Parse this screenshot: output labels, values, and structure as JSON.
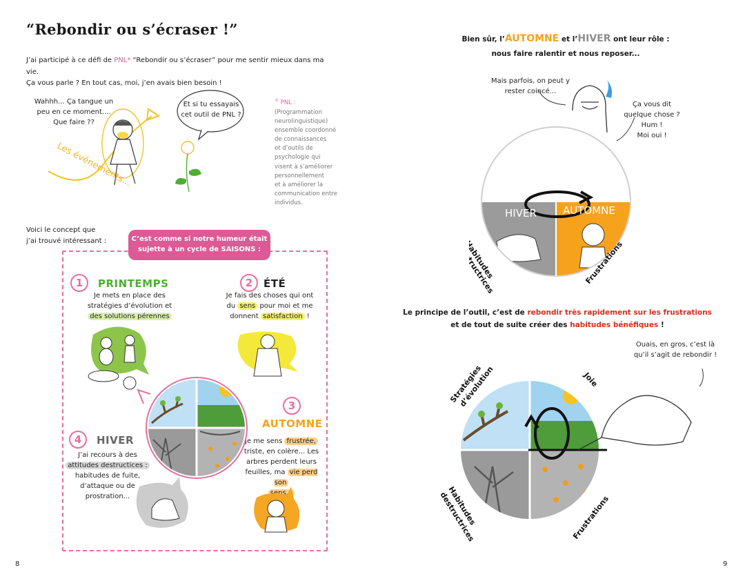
{
  "left_page": {
    "title": "“Rebondir ou s’écraser !”",
    "intro_line1_a": "J’ai participé à ce défi de",
    "intro_pnl": "PNL*",
    "intro_line1_b": "“Rebondir ou s’écraser” pour me sentir mieux dans ma vie.",
    "intro_line2": "Ça vous parle ? En tout cas, moi, j’en avais bien besoin !",
    "speech_left": [
      "Wahhh... Ça tangue un",
      "peu en ce moment....",
      "Que faire ??"
    ],
    "speech_bubble": [
      "Et si tu essayais",
      "cet outil de PNL ?"
    ],
    "events_label": "Les événements...",
    "note_star": "*",
    "note_title": "PNL :",
    "note_lines": [
      "(Programmation",
      "neurolinguistique)",
      "ensemble coordonné",
      "de connaissances",
      "et d’outils de",
      "psychologie qui",
      "visent à s’améliorer",
      "personnellement",
      "et à améliorer la",
      "communication entre",
      "individus."
    ],
    "concept_lines": [
      "Voici le concept que",
      "j’ai trouvé intéressant :"
    ],
    "banner_lines": [
      "C’est comme si notre humeur était",
      "sujette à un cycle de SAISONS :"
    ],
    "spring": {
      "num": "1",
      "title": "PRINTEMPS",
      "line1": "Je mets en place des",
      "line2": "stratégies d’évolution et",
      "highlight": "des solutions pérennes"
    },
    "summer": {
      "num": "2",
      "title": "ÉTÉ",
      "line1": "Je fais des choses qui ont",
      "line2_a": "du",
      "line2_hl": "sens",
      "line2_b": "pour moi et me",
      "line3_a": "donnent",
      "line3_hl": "satisfaction",
      "line3_b": "!"
    },
    "autumn": {
      "num": "3",
      "title": "AUTOMNE",
      "line1_a": "Je me sens",
      "line1_hl": "frustrée,",
      "line2": "triste, en colère... Les",
      "line3": "arbres perdent leurs",
      "line4_a": "feuilles, ma",
      "line4_hl": "vie perd son",
      "line5_hl": "sens..."
    },
    "winter": {
      "num": "4",
      "title": "HIVER",
      "line1": "J’ai recours à des",
      "line2_hl": "attitudes destructices :",
      "line3": "habitudes de fuite,",
      "line4": "d’attaque ou de",
      "line5": "prostration..."
    },
    "page_number": "8"
  },
  "right_page": {
    "line1_a": "Bien sûr, l’",
    "autumn_word": "AUTOMNE",
    "line1_b": "et l’",
    "winter_word": "HIVER",
    "line1_c": "ont leur rôle :",
    "line2": "nous faire ralentir et nous reposer...",
    "speech_left": [
      "Mais parfois, on peut y",
      "rester coincé..."
    ],
    "speech_right": [
      "Ça vous dit",
      "quelque chose ?",
      "Hum !",
      "Moi oui !"
    ],
    "wheel1": {
      "winter_label": "HIVER",
      "autumn_label": "AUTOMNE",
      "habits_line1": "Habitudes",
      "habits_line2": "destructrices",
      "frustrations": "Frustrations"
    },
    "principle_a": "Le principe de l’outil, c’est de",
    "principle_red": "rebondir très rapidement sur les frustrations",
    "principle_b": "et de tout de suite créer des",
    "principle_red2": "habitudes bénéfiques",
    "principle_end": "!",
    "speech_bottom": [
      "Ouais, en gros, c’est là",
      "qu’il s’agit de rebondir !"
    ],
    "wheel2": {
      "strategies_line1": "Stratégies",
      "strategies_line2": "d’évolution",
      "joy": "Joie",
      "habits_line1": "Habitudes",
      "habits_line2": "destructrices",
      "frustrations": "Frustrations"
    },
    "page_number": "9"
  },
  "colors": {
    "pink": "#dc5a95",
    "green": "#4fae34",
    "autumn_orange": "#f7a21c",
    "winter_gray": "#8e8e8e",
    "red": "#e12a1e",
    "sky": "#bfe0f5"
  }
}
